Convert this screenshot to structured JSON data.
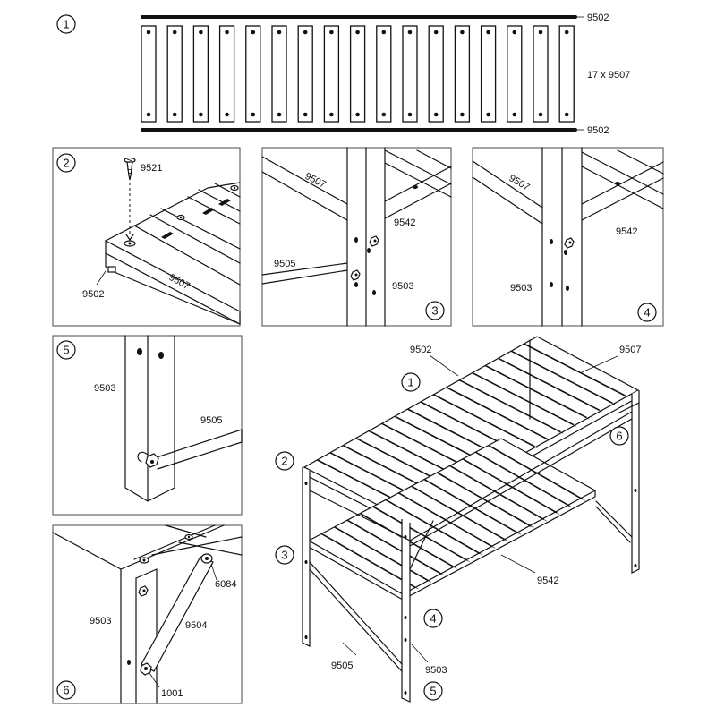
{
  "step_numbers": [
    "1",
    "2",
    "3",
    "4",
    "5",
    "6"
  ],
  "parts": {
    "p9502": "9502",
    "p9507_qty": "17 x 9507",
    "p9507": "9507",
    "p9521": "9521",
    "p9542": "9542",
    "p9505": "9505",
    "p9503": "9503",
    "p9504": "9504",
    "p6084": "6084",
    "p1001": "1001"
  }
}
